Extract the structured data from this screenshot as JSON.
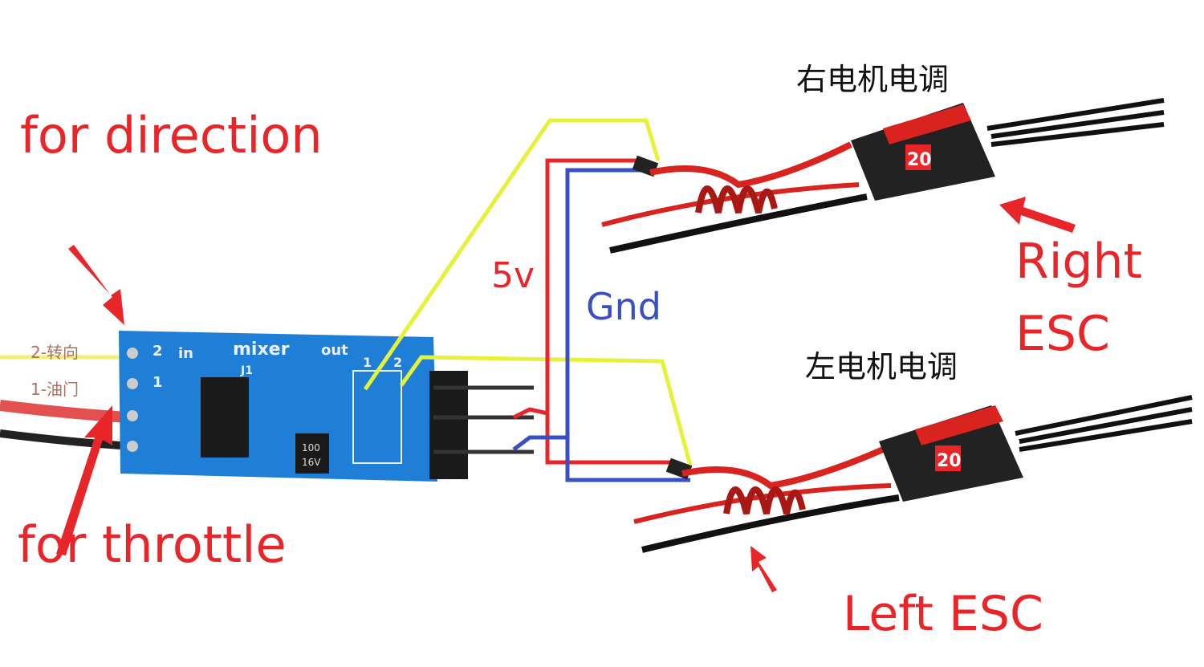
{
  "labels": {
    "for_direction": "for direction",
    "for_throttle": "for throttle",
    "five_v": "5v",
    "gnd": "Gnd",
    "right_esc_line1": "Right",
    "right_esc_line2": "ESC",
    "left_esc": "Left ESC",
    "right_motor_esc_cn": "右电机电调",
    "left_motor_esc_cn": "左电机电调",
    "input2_cn": "2-转向",
    "input1_cn": "1-油门"
  },
  "board": {
    "title": "mixer",
    "in_label": "in",
    "out_label": "out",
    "chip_ref": "J1",
    "pin2": "2",
    "pin1": "1",
    "out1": "1",
    "out2": "2",
    "cap_value": "100",
    "cap_voltage": "16V"
  },
  "esc": {
    "rating": "20"
  },
  "colors": {
    "label_red": "#e8262a",
    "gnd_blue": "#3a4fc4",
    "signal_yellow": "#e6f23a",
    "board_blue": "#1f7fd6"
  }
}
